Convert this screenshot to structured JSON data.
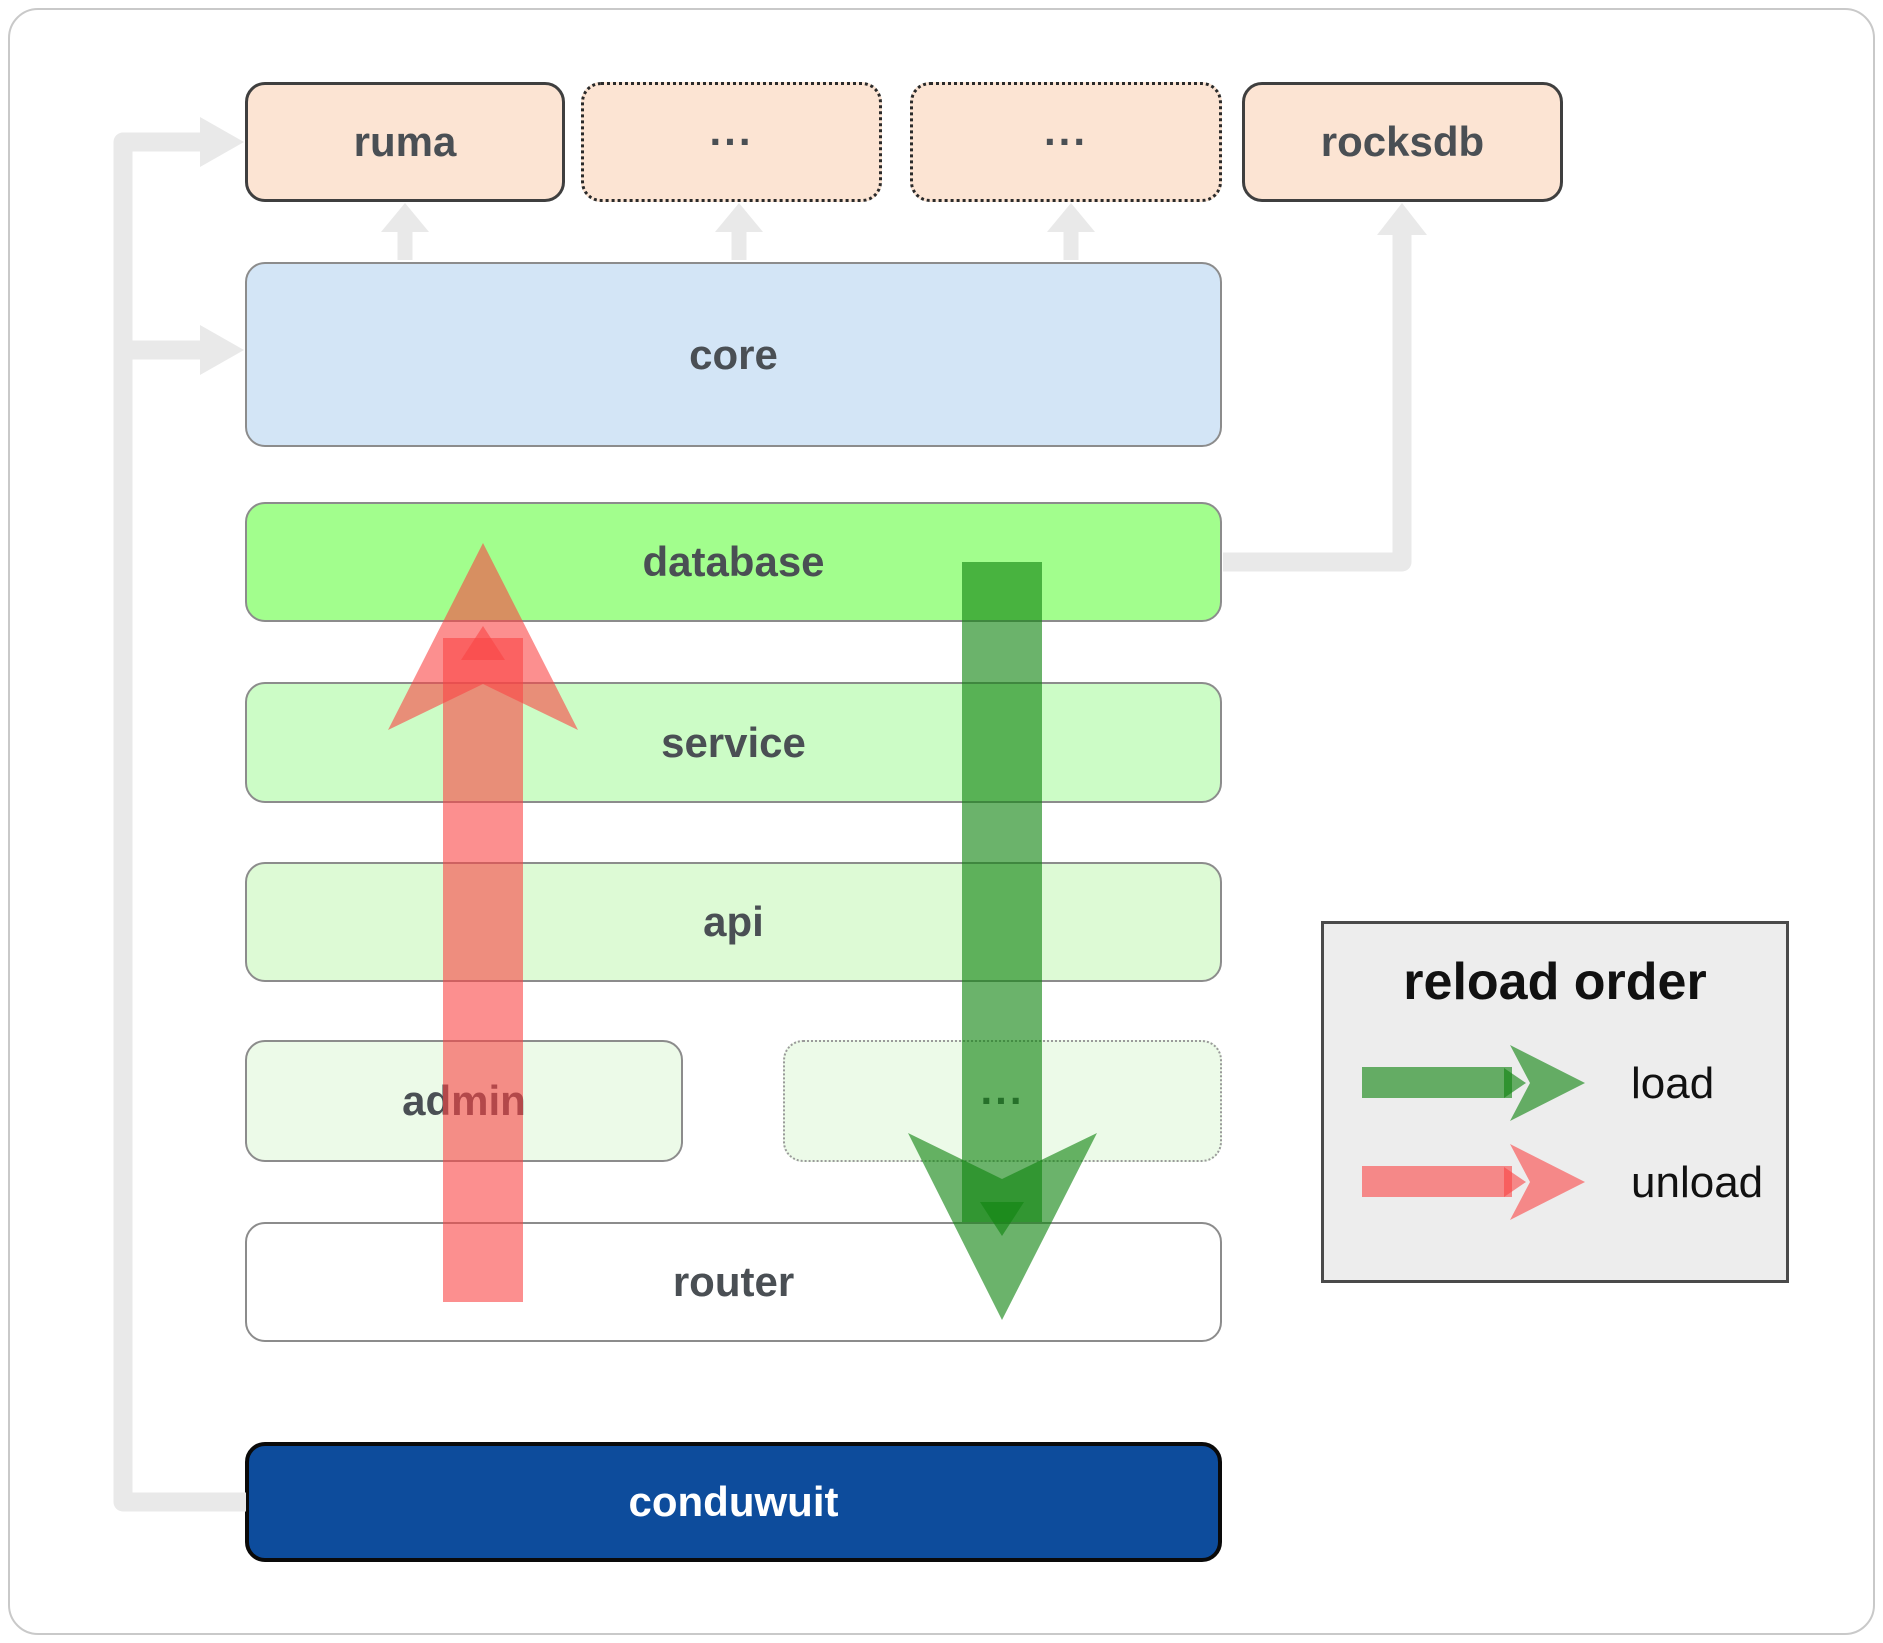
{
  "nodes": {
    "ruma": {
      "label": "ruma"
    },
    "ellipsis1": {
      "label": "..."
    },
    "ellipsis2": {
      "label": "..."
    },
    "rocksdb": {
      "label": "rocksdb"
    },
    "core": {
      "label": "core"
    },
    "database": {
      "label": "database"
    },
    "service": {
      "label": "service"
    },
    "api": {
      "label": "api"
    },
    "admin": {
      "label": "admin"
    },
    "ellipsis3": {
      "label": "..."
    },
    "router": {
      "label": "router"
    },
    "conduwuit": {
      "label": "conduwuit"
    }
  },
  "legend": {
    "title": "reload order",
    "items": [
      {
        "label": "load",
        "color": "#108510"
      },
      {
        "label": "unload",
        "color": "#fa4444"
      }
    ]
  },
  "colors": {
    "load_green": "#108510",
    "unload_red": "#fa4444",
    "connector_gray": "#e9e9e9",
    "conduwuit_blue": "#0d4c9c",
    "node_peach": "#fce4d3",
    "node_core_blue": "#d3e5f6",
    "node_database_green": "#a2fe8d",
    "node_service_green": "#ccfcc6",
    "node_api_green": "#ddfad5",
    "node_admin_green": "#ecfae8",
    "legend_bg": "#ededed"
  }
}
